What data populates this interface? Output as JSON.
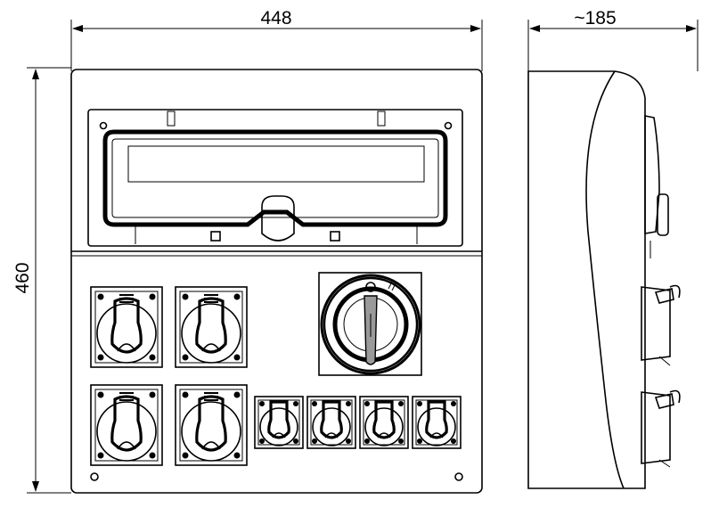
{
  "dimensions": {
    "width": "448",
    "height": "460",
    "depth": "~185"
  },
  "colors": {
    "panel_fill": "#efefef",
    "switch_ring": "#c8c8c8",
    "switch_handle": "#9a9a9a",
    "outline": "#000000"
  },
  "components": {
    "breaker_window": "breaker-cover",
    "main_switch": "rotary-isolator-switch",
    "large_sockets_count": 4,
    "small_sockets_count": 4
  }
}
